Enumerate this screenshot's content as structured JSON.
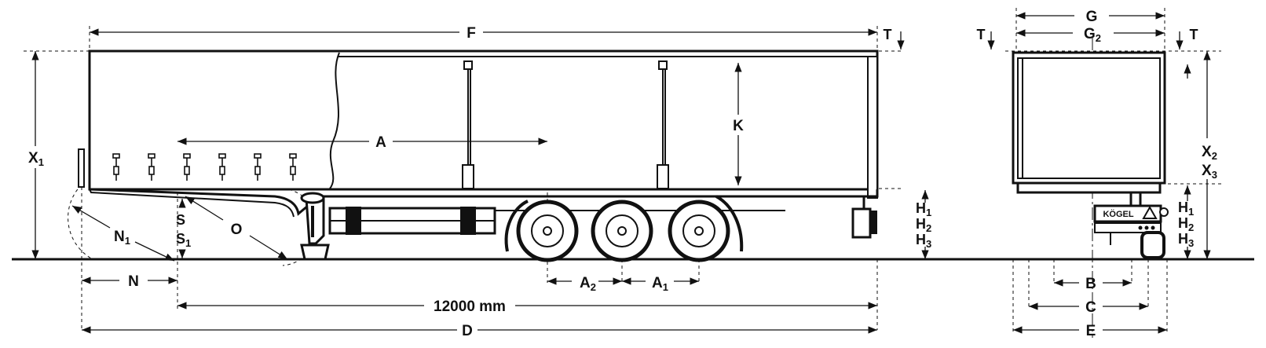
{
  "side_view": {
    "dimensions": {
      "F": "F",
      "T_left": "T",
      "A": "A",
      "K": "K",
      "X1": "X",
      "X1_sub": "1",
      "N1": "N",
      "N1_sub": "1",
      "O": "O",
      "S": "S",
      "S1": "S",
      "S1_sub": "1",
      "N": "N",
      "A2": "A",
      "A2_sub": "2",
      "A1": "A",
      "A1_sub": "1",
      "length": "12000 mm",
      "D": "D",
      "H1": "H",
      "H1_sub": "1",
      "H2": "H",
      "H2_sub": "2",
      "H3": "H",
      "H3_sub": "3"
    }
  },
  "rear_view": {
    "brand": "KÖGEL",
    "dimensions": {
      "G": "G",
      "G2": "G",
      "G2_sub": "2",
      "T_left": "T",
      "T_right": "T",
      "X2": "X",
      "X2_sub": "2",
      "X3": "X",
      "X3_sub": "3",
      "H1": "H",
      "H1_sub": "1",
      "H2": "H",
      "H2_sub": "2",
      "H3": "H",
      "H3_sub": "3",
      "B": "B",
      "C": "C",
      "E": "E"
    }
  }
}
